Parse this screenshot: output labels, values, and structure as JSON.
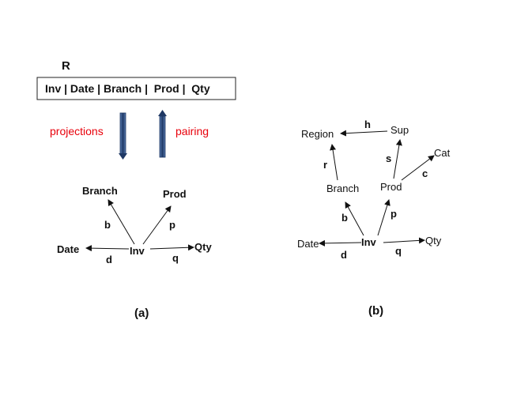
{
  "panel_a": {
    "relation_name": "R",
    "relation_schema": "Inv | Date | Branch |  Prod |  Qty",
    "projections_label": "projections",
    "pairing_label": "pairing",
    "center": "Inv",
    "nodes": {
      "branch": "Branch",
      "prod": "Prod",
      "date": "Date",
      "qty": "Qty"
    },
    "edges": {
      "b": "b",
      "p": "p",
      "d": "d",
      "q": "q"
    },
    "caption": "(a)"
  },
  "panel_b": {
    "center": "Inv",
    "nodes": {
      "branch": "Branch",
      "prod": "Prod",
      "date": "Date",
      "qty": "Qty",
      "region": "Region",
      "sup": "Sup",
      "cat": "Cat"
    },
    "edges": {
      "b": "b",
      "p": "p",
      "d": "d",
      "q": "q",
      "r": "r",
      "h": "h",
      "s": "s",
      "c": "c"
    },
    "caption": "(b)"
  },
  "colors": {
    "accent_label": "#e8000b",
    "arrow_fill": "#1f3864"
  }
}
